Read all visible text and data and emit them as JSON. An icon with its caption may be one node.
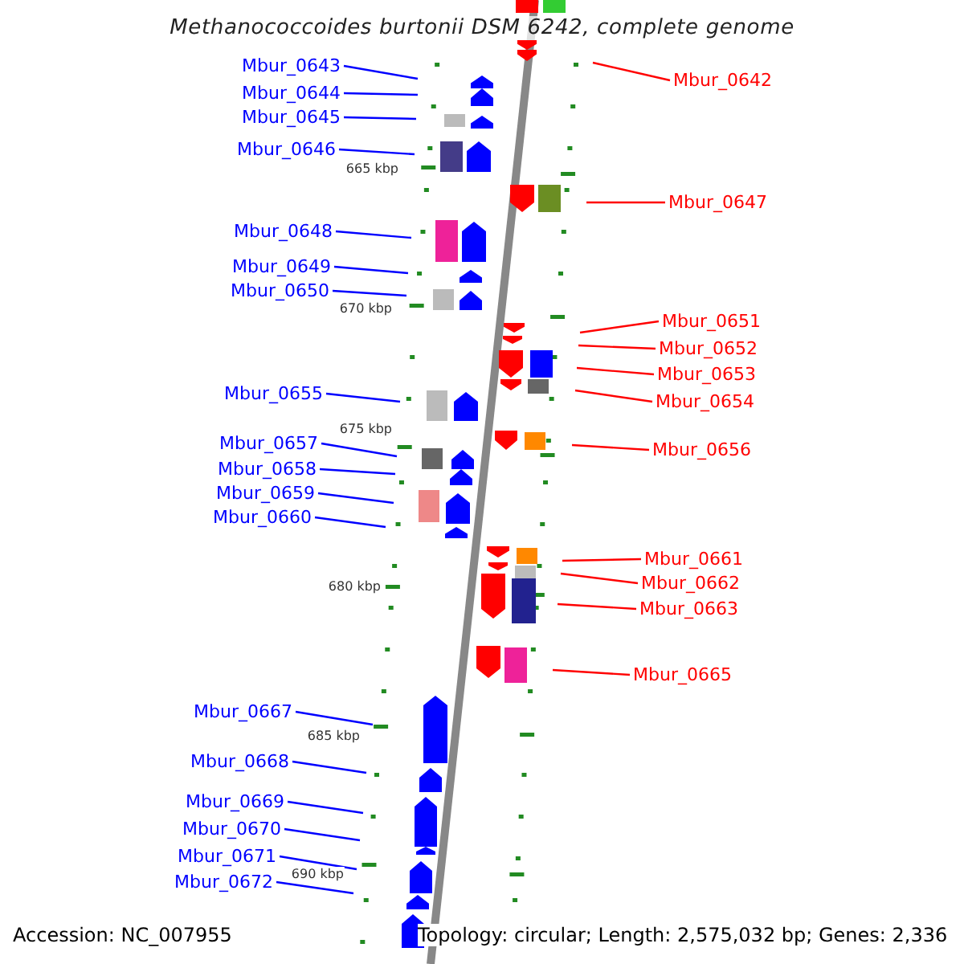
{
  "diagram": {
    "title": "Methanococcoides burtonii DSM 6242, complete genome",
    "nodes": [
      {
        "text": [
          "Mbur_0642"
        ]
      },
      {
        "text": [
          "Mbur_0643"
        ]
      },
      {
        "text": [
          "Mbur_0644"
        ]
      },
      {
        "text": [
          "Mbur_0645"
        ]
      },
      {
        "text": [
          "Mbur_0646"
        ]
      },
      {
        "text": [
          "Mbur_0647"
        ]
      },
      {
        "text": [
          "Mbur_0648"
        ]
      },
      {
        "text": [
          "Mbur_0649"
        ]
      },
      {
        "text": [
          "Mbur_0650"
        ]
      },
      {
        "text": [
          "Mbur_0651"
        ]
      },
      {
        "text": [
          "Mbur_0652"
        ]
      },
      {
        "text": [
          "Mbur_0653"
        ]
      },
      {
        "text": [
          "Mbur_0654"
        ]
      },
      {
        "text": [
          "Mbur_0655"
        ]
      },
      {
        "text": [
          "Mbur_0656"
        ]
      },
      {
        "text": [
          "Mbur_0657"
        ]
      },
      {
        "text": [
          "Mbur_0658"
        ]
      },
      {
        "text": [
          "Mbur_0659"
        ]
      },
      {
        "text": [
          "Mbur_0660"
        ]
      },
      {
        "text": [
          "Mbur_0661"
        ]
      },
      {
        "text": [
          "Mbur_0662"
        ]
      },
      {
        "text": [
          "Mbur_0663"
        ]
      },
      {
        "text": [
          "Mbur_0665"
        ]
      },
      {
        "text": [
          "Mbur_0667"
        ]
      },
      {
        "text": [
          "Mbur_0668"
        ]
      },
      {
        "text": [
          "Mbur_0669"
        ]
      },
      {
        "text": [
          "Mbur_0670"
        ]
      },
      {
        "text": [
          "Mbur_0671"
        ]
      },
      {
        "text": [
          "Mbur_0672"
        ]
      }
    ],
    "edges": [
      {
        "from": 0,
        "to": null,
        "arrow": "none",
        "color": "#ff0000"
      },
      {
        "from": 1,
        "to": null,
        "arrow": "none"
      },
      {
        "from": 2,
        "to": null,
        "arrow": "none"
      },
      {
        "from": 3,
        "to": null,
        "arrow": "none"
      },
      {
        "from": 4,
        "to": null,
        "arrow": "none"
      },
      {
        "from": 5,
        "to": null,
        "arrow": "none",
        "color": "#ff0000"
      },
      {
        "from": 6,
        "to": null,
        "arrow": "none"
      },
      {
        "from": 7,
        "to": null,
        "arrow": "none"
      },
      {
        "from": 8,
        "to": null,
        "arrow": "none"
      },
      {
        "from": 9,
        "to": null,
        "arrow": "none",
        "color": "#ff0000"
      },
      {
        "from": 10,
        "to": null,
        "arrow": "none",
        "color": "#ff0000"
      },
      {
        "from": 11,
        "to": null,
        "arrow": "none",
        "color": "#ff0000"
      },
      {
        "from": 12,
        "to": null,
        "arrow": "none",
        "color": "#ff0000"
      },
      {
        "from": 13,
        "to": null,
        "arrow": "none"
      },
      {
        "from": 14,
        "to": null,
        "arrow": "none",
        "color": "#ff0000"
      },
      {
        "from": 15,
        "to": null,
        "arrow": "none"
      },
      {
        "from": 16,
        "to": null,
        "arrow": "none"
      },
      {
        "from": 17,
        "to": null,
        "arrow": "none"
      },
      {
        "from": 18,
        "to": null,
        "arrow": "none"
      },
      {
        "from": 19,
        "to": null,
        "arrow": "none",
        "color": "#ff0000"
      },
      {
        "from": 20,
        "to": null,
        "arrow": "none",
        "color": "#ff0000"
      },
      {
        "from": 21,
        "to": null,
        "arrow": "none",
        "color": "#ff0000"
      },
      {
        "from": 22,
        "to": null,
        "arrow": "none",
        "color": "#ff0000"
      },
      {
        "from": 23,
        "to": null,
        "arrow": "none"
      },
      {
        "from": 24,
        "to": null,
        "arrow": "none"
      },
      {
        "from": 25,
        "to": null,
        "arrow": "none"
      },
      {
        "from": 26,
        "to": null,
        "arrow": "none"
      },
      {
        "from": 27,
        "to": null,
        "arrow": "none"
      },
      {
        "from": 28,
        "to": null,
        "arrow": "none"
      }
    ],
    "labels": [
      "665 kbp",
      "670 kbp",
      "675 kbp",
      "680 kbp",
      "685 kbp",
      "690 kbp",
      "Accession: NC_007955",
      "Topology: circular; Length: 2,575,032 bp; Genes: 2,336"
    ]
  }
}
